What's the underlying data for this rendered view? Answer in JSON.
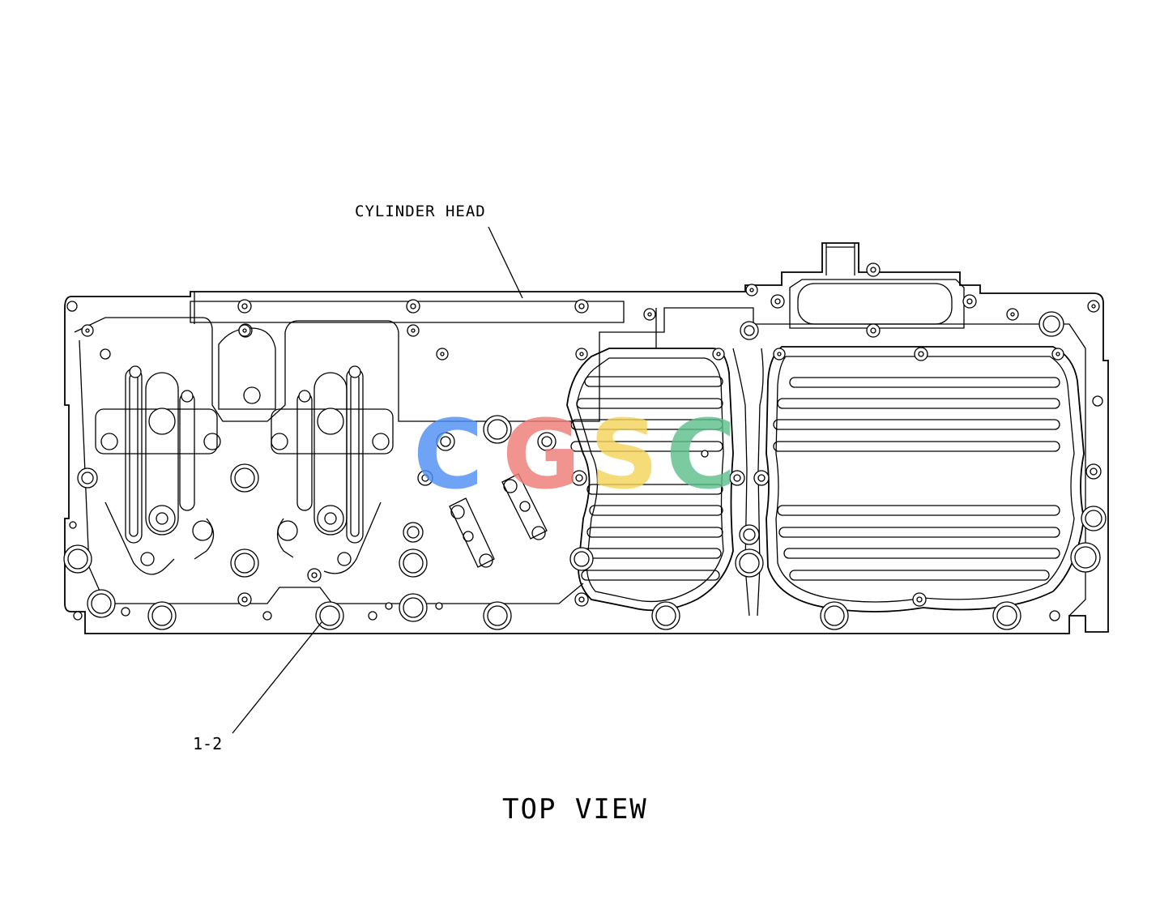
{
  "diagram": {
    "callouts": {
      "cylinder_head": "CYLINDER HEAD",
      "part_ref": "1-2"
    },
    "view_title": "TOP VIEW"
  },
  "watermark": {
    "letters": [
      "C",
      "G",
      "S",
      "C"
    ],
    "colors": [
      "#4f8ff5",
      "#ee7d77",
      "#f5d45c",
      "#5fbf8c"
    ]
  }
}
